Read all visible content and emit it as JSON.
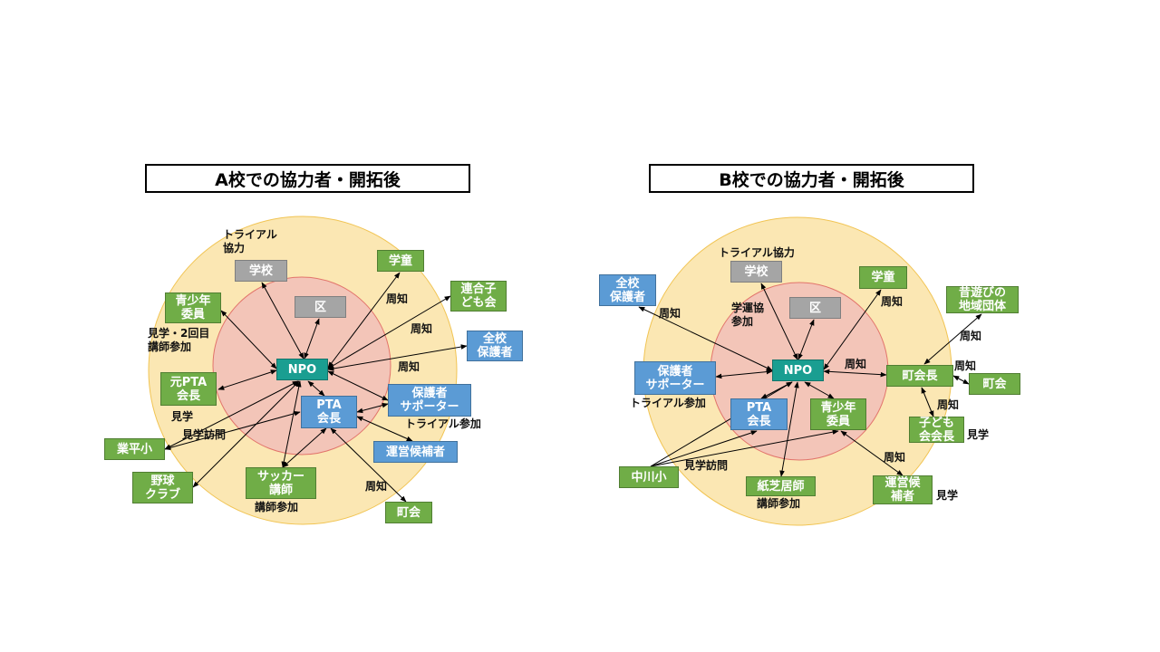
{
  "diagram_a": {
    "title": "A校での協力者・開拓後",
    "nodes": {
      "school": "学校",
      "ward": "区",
      "gakudo": "学童",
      "rengo": "連合子\nども会",
      "all_parents": "全校\n保護者",
      "youth": "青少年\n委員",
      "npo": "NPO",
      "ex_pta": "元PTA\n会長",
      "pta": "PTA\n会長",
      "parent_supporter": "保護者\nサポーター",
      "candidate": "運営候補者",
      "narihira": "業平小",
      "baseball": "野球\nクラブ",
      "soccer": "サッカー\n講師",
      "chokai": "町会"
    },
    "labels": {
      "trial_coop": "トライアル\n協力",
      "visit_2nd": "見学・2回目\n講師参加",
      "notice1": "周知",
      "notice2": "周知",
      "notice3": "周知",
      "kengaku": "見学",
      "visit": "見学訪問",
      "trial_join": "トライアル参加",
      "lecturer_join": "講師参加",
      "notice4": "周知"
    }
  },
  "diagram_b": {
    "title": "B校での協力者・開拓後",
    "nodes": {
      "all_parents": "全校\n保護者",
      "school": "学校",
      "ward": "区",
      "gakudo": "学童",
      "mukashi": "昔遊びの\n地域団体",
      "parent_supporter": "保護者\nサポーター",
      "npo": "NPO",
      "chokai_head": "町会長",
      "chokai": "町会",
      "pta": "PTA\n会長",
      "youth": "青少年\n委員",
      "kodomo": "子ども\n会会長",
      "nakagawa": "中川小",
      "kamishibai": "紙芝居師",
      "candidate": "運営候\n補者"
    },
    "labels": {
      "trial_coop": "トライアル協力",
      "gakuunkyo": "学運協\n参加",
      "notice1": "周知",
      "notice2": "周知",
      "notice3": "周知",
      "notice4": "周知",
      "notice5": "周知",
      "notice6": "周知",
      "trial_join": "トライアル参加",
      "kengaku1": "見学",
      "visit": "見学訪問",
      "notice7": "周知",
      "lecturer_join": "講師参加",
      "kengaku2": "見学"
    }
  }
}
